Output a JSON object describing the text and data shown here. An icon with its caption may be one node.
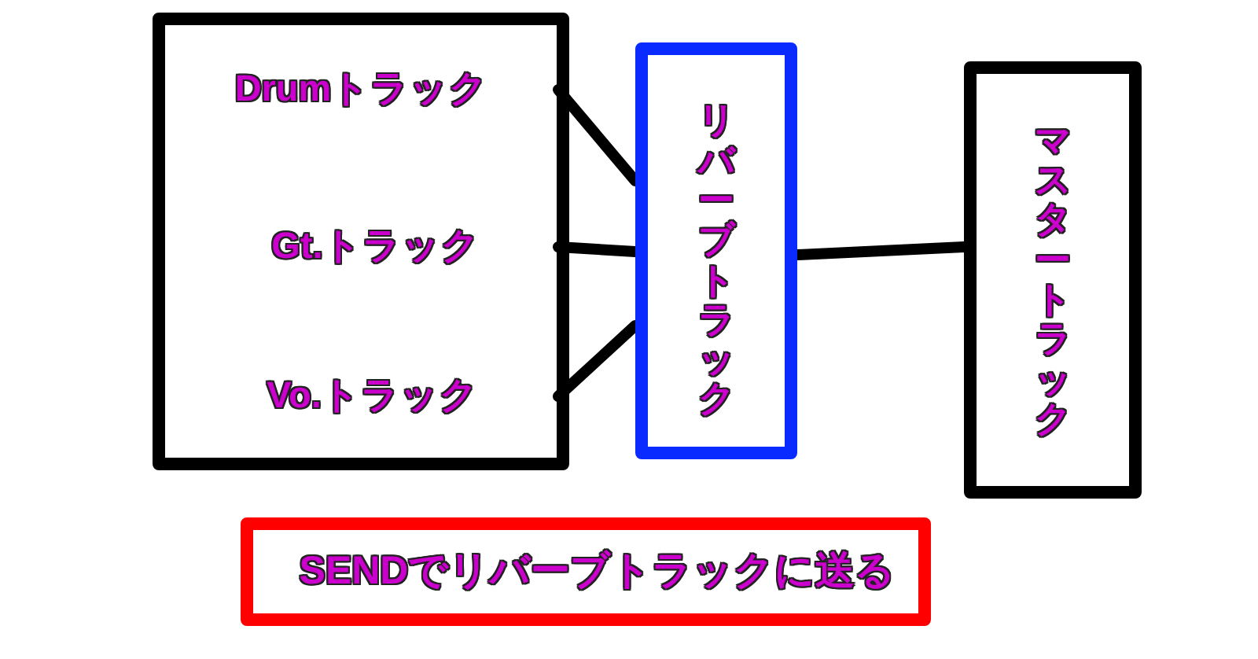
{
  "diagram": {
    "nodes": [
      {
        "text": [],
        "shape": "box"
      },
      {
        "text": [
          "Drumトラック"
        ],
        "in": 0
      },
      {
        "text": [
          "Gt.トラック"
        ],
        "in": 0
      },
      {
        "text": [
          "Vo.トラック"
        ],
        "in": 0
      },
      {
        "text": [
          "リバーブトラック"
        ]
      },
      {
        "text": [
          "マスタートラック"
        ]
      },
      {
        "text": [
          "SENDでリバーブトラックに送る"
        ]
      }
    ],
    "edges": [
      {
        "from": 1,
        "to": 4,
        "arrow": "none"
      },
      {
        "from": 2,
        "to": 4,
        "arrow": "none"
      },
      {
        "from": 3,
        "to": 4,
        "arrow": "none"
      },
      {
        "from": 4,
        "to": 5,
        "arrow": "none"
      }
    ]
  }
}
